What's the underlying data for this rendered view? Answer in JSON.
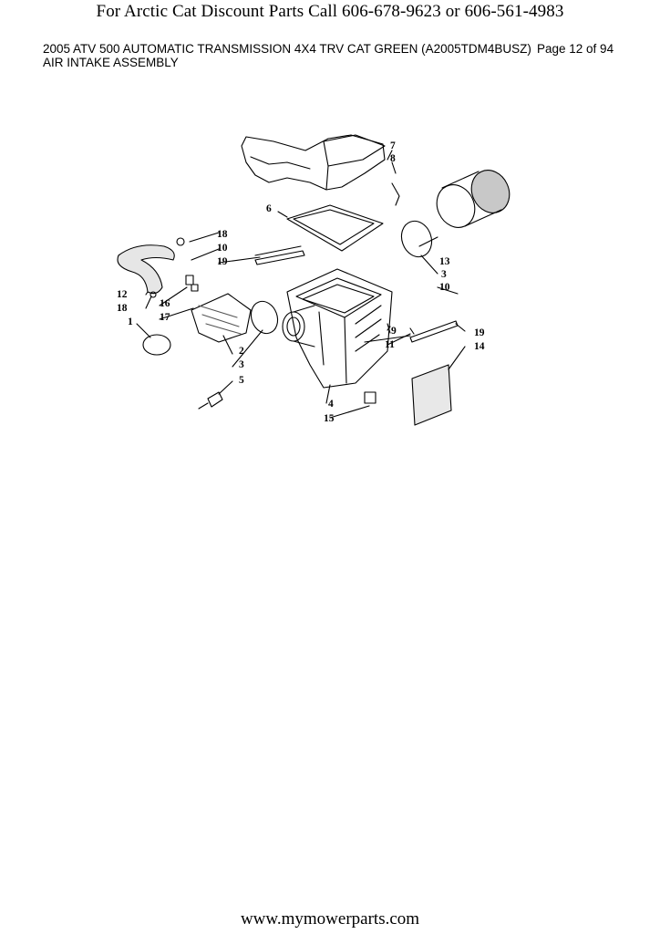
{
  "header": {
    "banner": "For Arctic Cat Discount Parts Call 606-678-9623 or 606-561-4983",
    "doc_title": "2005 ATV 500 AUTOMATIC TRANSMISSION 4X4 TRV CAT GREEN (A2005TDM4BUSZ)",
    "page": "Page 12 of 94",
    "section_title": "AIR INTAKE ASSEMBLY"
  },
  "diagram": {
    "callouts": [
      "7",
      "8",
      "6",
      "18",
      "10",
      "19",
      "13",
      "3",
      "10",
      "12",
      "18",
      "16",
      "17",
      "1",
      "2",
      "3",
      "5",
      "9",
      "11",
      "19",
      "14",
      "4",
      "15"
    ]
  },
  "footer": {
    "url": "www.mymowerparts.com"
  }
}
